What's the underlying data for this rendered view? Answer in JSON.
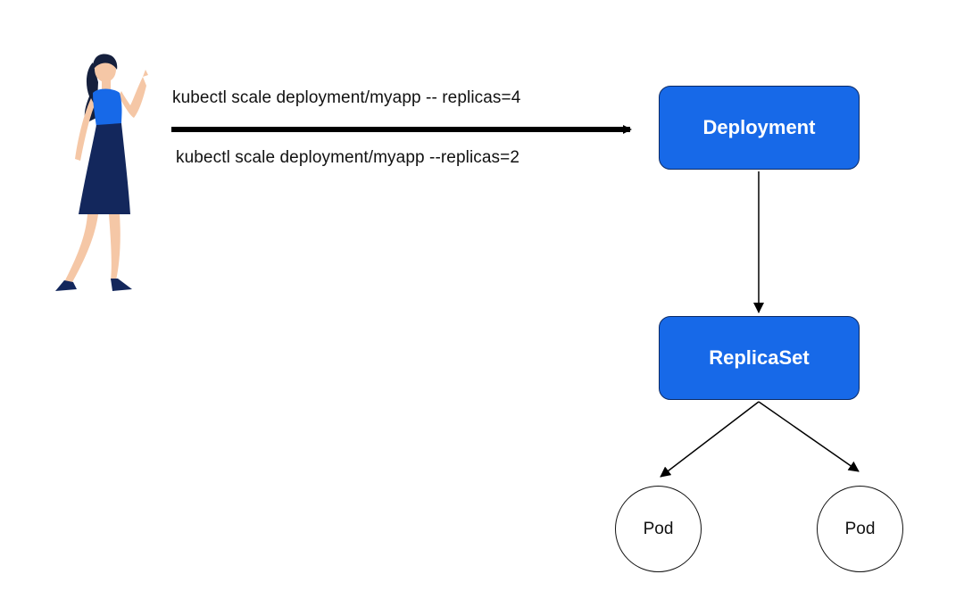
{
  "commands": {
    "scale_up": "kubectl scale deployment/myapp -- replicas=4",
    "scale_down": "kubectl scale deployment/myapp --replicas=2"
  },
  "nodes": {
    "deployment": "Deployment",
    "replicaset": "ReplicaSet",
    "pod_left": "Pod",
    "pod_right": "Pod"
  },
  "colors": {
    "node_fill": "#1769e8",
    "node_border": "#0b2a66",
    "arrow": "#000000",
    "person_top": "#1769e8",
    "person_skirt": "#13275c",
    "skin": "#f5c7a6",
    "hair": "#15203d"
  },
  "icons": {
    "user": "person-illustration-icon"
  }
}
